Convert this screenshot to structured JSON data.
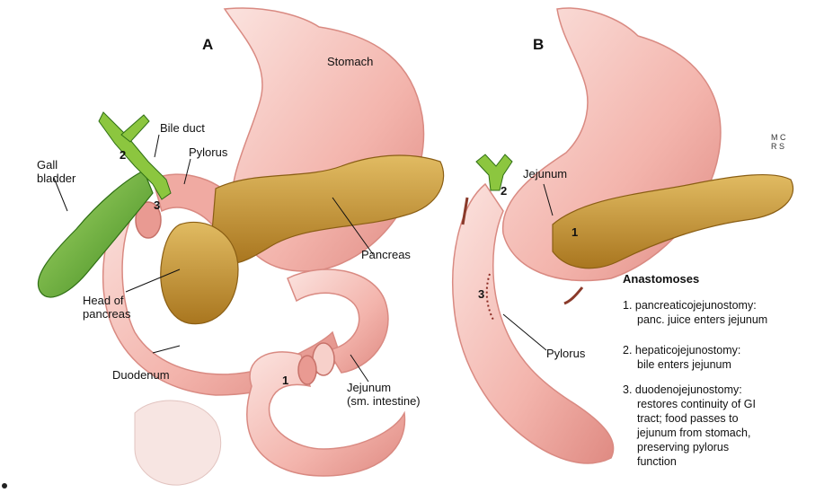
{
  "panels": {
    "a": "A",
    "b": "B"
  },
  "labels_a": {
    "stomach": "Stomach",
    "bile_duct": "Bile duct",
    "gall_bladder_1": "Gall",
    "gall_bladder_2": "bladder",
    "pylorus": "Pylorus",
    "pancreas": "Pancreas",
    "head_of_pancreas_1": "Head of",
    "head_of_pancreas_2": "pancreas",
    "duodenum": "Duodenum",
    "jejunum_1": "Jejunum",
    "jejunum_2": "(sm. intestine)"
  },
  "labels_b": {
    "jejunum": "Jejunum",
    "pylorus": "Pylorus"
  },
  "numbers_a": {
    "n1": "1",
    "n2": "2",
    "n3": "3"
  },
  "numbers_b": {
    "n1": "1",
    "n2": "2",
    "n3": "3"
  },
  "credit": {
    "line1": "M C",
    "line2": "R S"
  },
  "legend": {
    "title": "Anastomoses",
    "items": [
      {
        "lines": [
          "1. pancreaticojejunostomy:",
          "panc. juice enters jejunum"
        ]
      },
      {
        "lines": [
          "2. hepaticojejunostomy:",
          "bile enters jejunum"
        ]
      },
      {
        "lines": [
          "3. duodenojejunostomy:",
          "restores continuity of GI",
          "tract; food passes to",
          "jejunum from stomach,",
          "preserving pylorus",
          "function"
        ]
      }
    ]
  },
  "colors": {
    "tissue": "#f2b5ae",
    "tissue_dark": "#d9847d",
    "pancreas": "#c99a3a",
    "gallbladder": "#5fae3a",
    "duct": "#8cc63f"
  }
}
